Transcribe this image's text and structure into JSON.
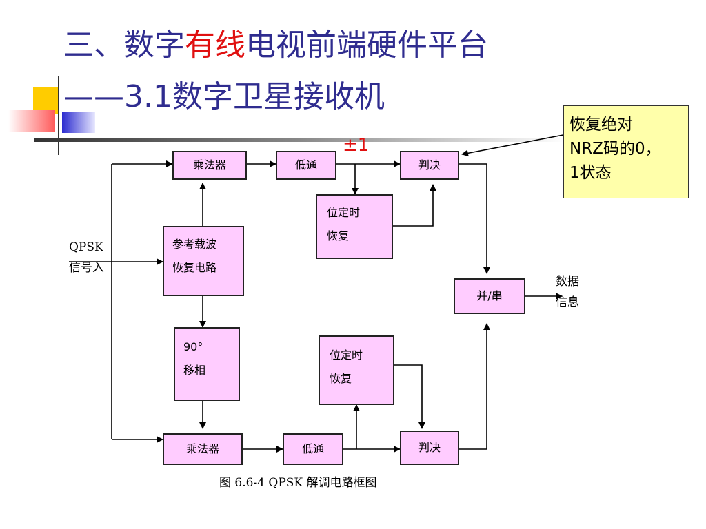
{
  "title": {
    "line1_a": "三、数字",
    "line1_red": "有线",
    "line1_b": "电视前端硬件平台",
    "line2": "——3.1数字卫星接收机"
  },
  "callout": {
    "line1": "恢复绝对",
    "line2": "NRZ码的0，",
    "line3": "1状态"
  },
  "plus_minus": "±1",
  "diagram": {
    "input_label_1": "QPSK",
    "input_label_2": "信号入",
    "multiplier_top": "乘法器",
    "lowpass_top": "低通",
    "decision_top": "判决",
    "carrier_recovery_1": "参考载波",
    "carrier_recovery_2": "恢复电路",
    "timing_top_1": "位定时",
    "timing_top_2": "恢复",
    "parallel_serial": "并/串",
    "output_label_1": "数据",
    "output_label_2": "信息",
    "phase_shift_1": "90°",
    "phase_shift_2": "移相",
    "timing_bottom_1": "位定时",
    "timing_bottom_2": "恢复",
    "multiplier_bottom": "乘法器",
    "lowpass_bottom": "低通",
    "decision_bottom": "判决"
  },
  "caption": "图 6.6-4 QPSK 解调电路框图",
  "colors": {
    "title": "#2f2c8f",
    "title_highlight": "#e01010",
    "box_fill": "#ffccff",
    "callout_fill": "#ffffaa"
  }
}
